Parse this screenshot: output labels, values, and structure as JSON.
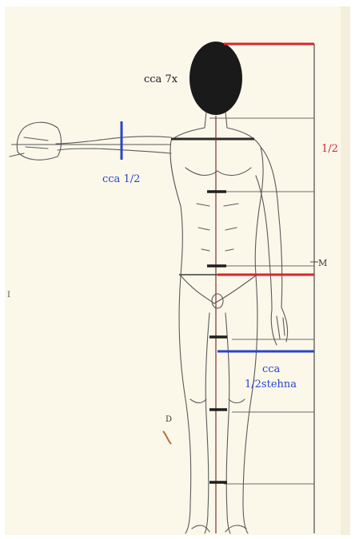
{
  "labels": {
    "head_count": "cca 7x",
    "half_ratio": "1/2",
    "arm_half": "cca 1/2",
    "m_mark": "M",
    "thigh_half_line1": "cca",
    "thigh_half_line2": "1/2stehna",
    "d_mark": "D",
    "side_mark": "I"
  },
  "colors": {
    "paper": "#fbf8ea",
    "sketch": "#5a5a5a",
    "ink": "#1a1a1a",
    "red": "#d9252b",
    "blue": "#2a44c8",
    "grid": "#4a4a4a"
  }
}
